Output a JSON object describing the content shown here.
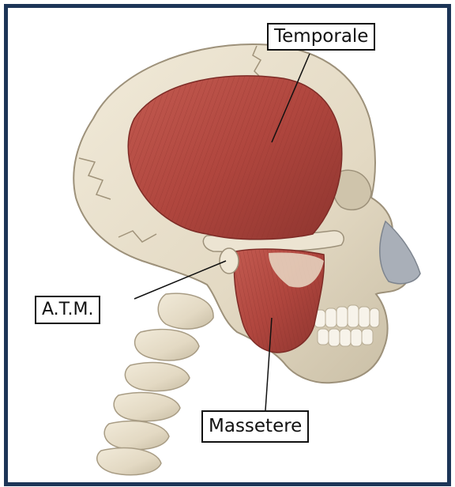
{
  "labels": {
    "temporale": "Temporale",
    "atm": "A.T.M.",
    "massetere": "Massetere"
  },
  "colors": {
    "frame": "#1c3557",
    "bone": "#e8dfcc",
    "bone_shadow": "#c9bfa8",
    "muscle": "#b24a42",
    "muscle_dark": "#8e352f",
    "cartilage": "#aab0b8",
    "label_border": "#111111"
  }
}
